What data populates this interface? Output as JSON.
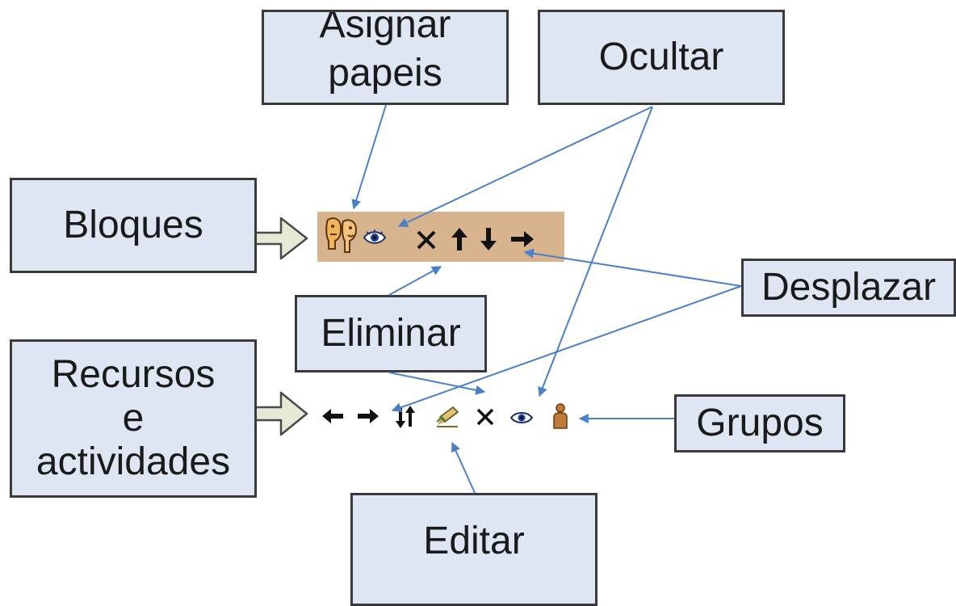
{
  "labels": {
    "asignar": "Asignar\npapeis",
    "ocultar": "Ocultar",
    "bloques": "Bloques",
    "eliminar": "Eliminar",
    "desplazar": "Desplazar",
    "recursos": "Recursos\ne\nactividades",
    "grupos": "Grupos",
    "editar": "Editar"
  },
  "icons": {
    "block_toolbar": [
      "assign-roles-icon",
      "eye-icon",
      "delete-x-icon",
      "arrow-up-icon",
      "arrow-down-icon",
      "arrow-right-icon"
    ],
    "resource_toolbar": [
      "arrow-left-icon",
      "arrow-right-icon",
      "move-updown-icon",
      "edit-pencil-icon",
      "delete-x-icon",
      "eye-icon",
      "group-person-icon"
    ]
  },
  "colors": {
    "box_fill": "#dfe6f3",
    "box_border": "#3a3a3a",
    "connector": "#4a7fc9",
    "block_toolbar_bg": "#d7b48e",
    "big_arrow_fill": "#e6ead4"
  }
}
